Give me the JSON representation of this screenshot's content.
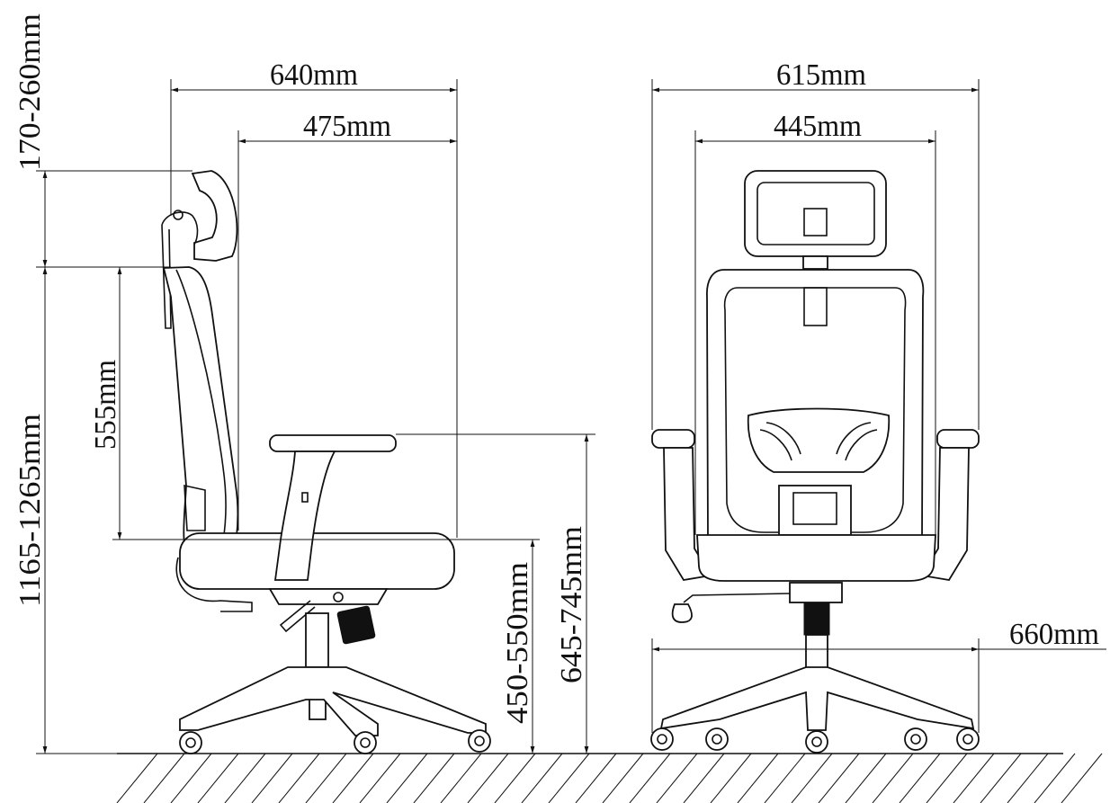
{
  "dimensions": {
    "side_overall_depth": "640mm",
    "side_seat_depth": "475mm",
    "front_overall_width": "615mm",
    "front_back_width": "445mm",
    "headrest_adjust": "170-260mm",
    "total_height": "1165-1265mm",
    "backrest_height": "555mm",
    "seat_height": "450-550mm",
    "armrest_height": "645-745mm",
    "base_diameter": "660mm"
  }
}
